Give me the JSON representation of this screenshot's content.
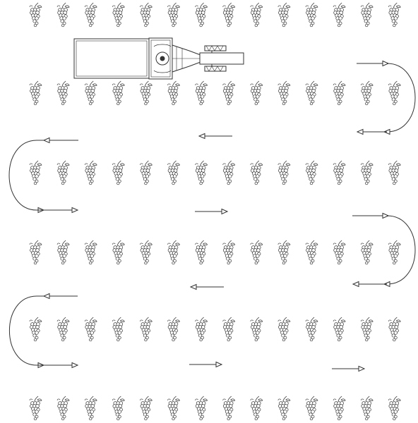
{
  "diagram": {
    "vineyard": {
      "rows": 6,
      "plants_per_row": 14,
      "plant_icon": "grape-cluster-icon"
    },
    "vehicle": {
      "icon": "tractor-with-trailer-icon",
      "heading": "right"
    },
    "path": {
      "straight_arrows": [
        "left",
        "right",
        "left",
        "right",
        "right"
      ],
      "u_turns": [
        "right-end",
        "left-end",
        "right-end",
        "left-end"
      ]
    },
    "colors": {
      "line": "#333333",
      "fill": "#ffffff"
    }
  }
}
